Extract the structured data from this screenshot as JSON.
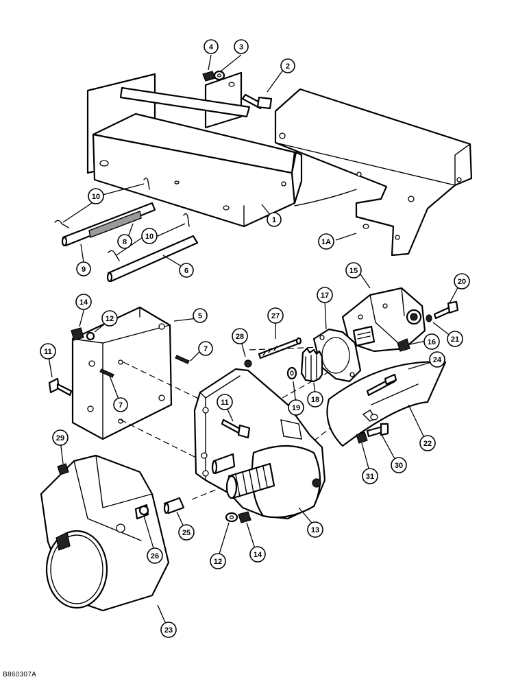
{
  "drawing_code": "B860307A",
  "callouts": [
    {
      "id": "c-4",
      "label": "4"
    },
    {
      "id": "c-3",
      "label": "3"
    },
    {
      "id": "c-2",
      "label": "2"
    },
    {
      "id": "c-10a",
      "label": "10"
    },
    {
      "id": "c-1",
      "label": "1"
    },
    {
      "id": "c-8",
      "label": "8"
    },
    {
      "id": "c-10b",
      "label": "10"
    },
    {
      "id": "c-1a",
      "label": "1A"
    },
    {
      "id": "c-9",
      "label": "9"
    },
    {
      "id": "c-6",
      "label": "6"
    },
    {
      "id": "c-15",
      "label": "15"
    },
    {
      "id": "c-20",
      "label": "20"
    },
    {
      "id": "c-17",
      "label": "17"
    },
    {
      "id": "c-14a",
      "label": "14"
    },
    {
      "id": "c-5",
      "label": "5"
    },
    {
      "id": "c-27",
      "label": "27"
    },
    {
      "id": "c-12a",
      "label": "12"
    },
    {
      "id": "c-21",
      "label": "21"
    },
    {
      "id": "c-28",
      "label": "28"
    },
    {
      "id": "c-16",
      "label": "16"
    },
    {
      "id": "c-7a",
      "label": "7"
    },
    {
      "id": "c-11a",
      "label": "11"
    },
    {
      "id": "c-24",
      "label": "24"
    },
    {
      "id": "c-7b",
      "label": "7"
    },
    {
      "id": "c-19",
      "label": "19"
    },
    {
      "id": "c-18",
      "label": "18"
    },
    {
      "id": "c-11b",
      "label": "11"
    },
    {
      "id": "c-22",
      "label": "22"
    },
    {
      "id": "c-29",
      "label": "29"
    },
    {
      "id": "c-30",
      "label": "30"
    },
    {
      "id": "c-31",
      "label": "31"
    },
    {
      "id": "c-13",
      "label": "13"
    },
    {
      "id": "c-25",
      "label": "25"
    },
    {
      "id": "c-26",
      "label": "26"
    },
    {
      "id": "c-12b",
      "label": "12"
    },
    {
      "id": "c-14b",
      "label": "14"
    },
    {
      "id": "c-23",
      "label": "23"
    }
  ]
}
